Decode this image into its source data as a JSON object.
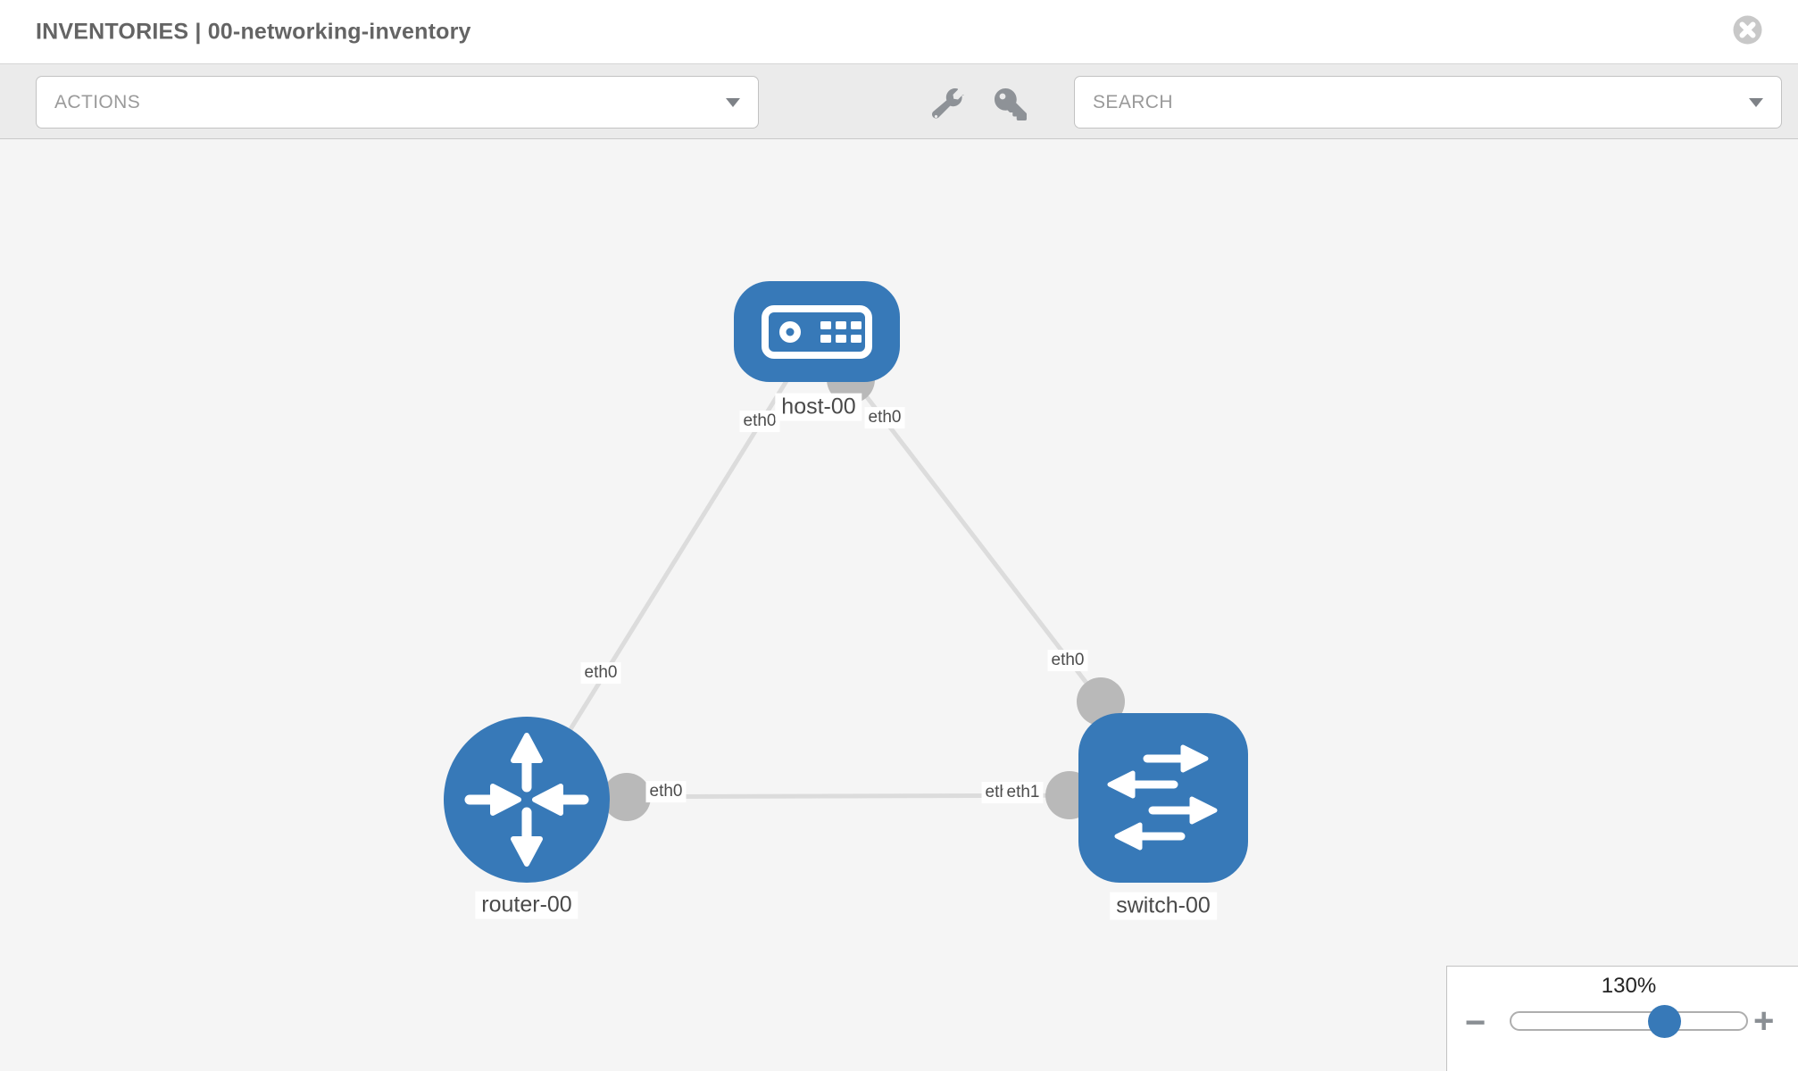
{
  "header": {
    "title": "INVENTORIES | 00-networking-inventory"
  },
  "toolbar": {
    "actions_label": "ACTIONS",
    "search_label": "SEARCH"
  },
  "diagram": {
    "nodes": [
      {
        "id": "host-00",
        "label": "host-00",
        "type": "host",
        "shape": "rounded-rect"
      },
      {
        "id": "router-00",
        "label": "router-00",
        "type": "router",
        "shape": "circle"
      },
      {
        "id": "switch-00",
        "label": "switch-00",
        "type": "switch",
        "shape": "rounded-square"
      }
    ],
    "links": [
      {
        "from": "router-00",
        "from_interface": "eth0",
        "to": "host-00",
        "to_interface": "eth0"
      },
      {
        "from": "host-00",
        "from_interface": "eth0",
        "to": "switch-00",
        "to_interface": "eth0"
      },
      {
        "from": "router-00",
        "from_interface": "eth0",
        "to": "switch-00",
        "to_interface": "eth1"
      }
    ],
    "edge_labels": {
      "host_left": "eth0",
      "host_right": "eth0",
      "diag_left": "eth0",
      "diag_right": "eth0",
      "horiz_router": "eth0",
      "horiz_switch_under": "eth0",
      "horiz_switch_over": "eth1"
    }
  },
  "zoom_control": {
    "value": "130%",
    "minus_label": "−",
    "plus_label": "+",
    "thumb_position_pct": 65
  },
  "colors": {
    "node_blue": "#3779b8",
    "link_gray": "#dcdcdc",
    "interface_gray": "#b9b9b9",
    "toolbar_bg": "#ebebeb",
    "canvas_bg": "#f5f5f5",
    "label_text": "#4c4c4c"
  }
}
